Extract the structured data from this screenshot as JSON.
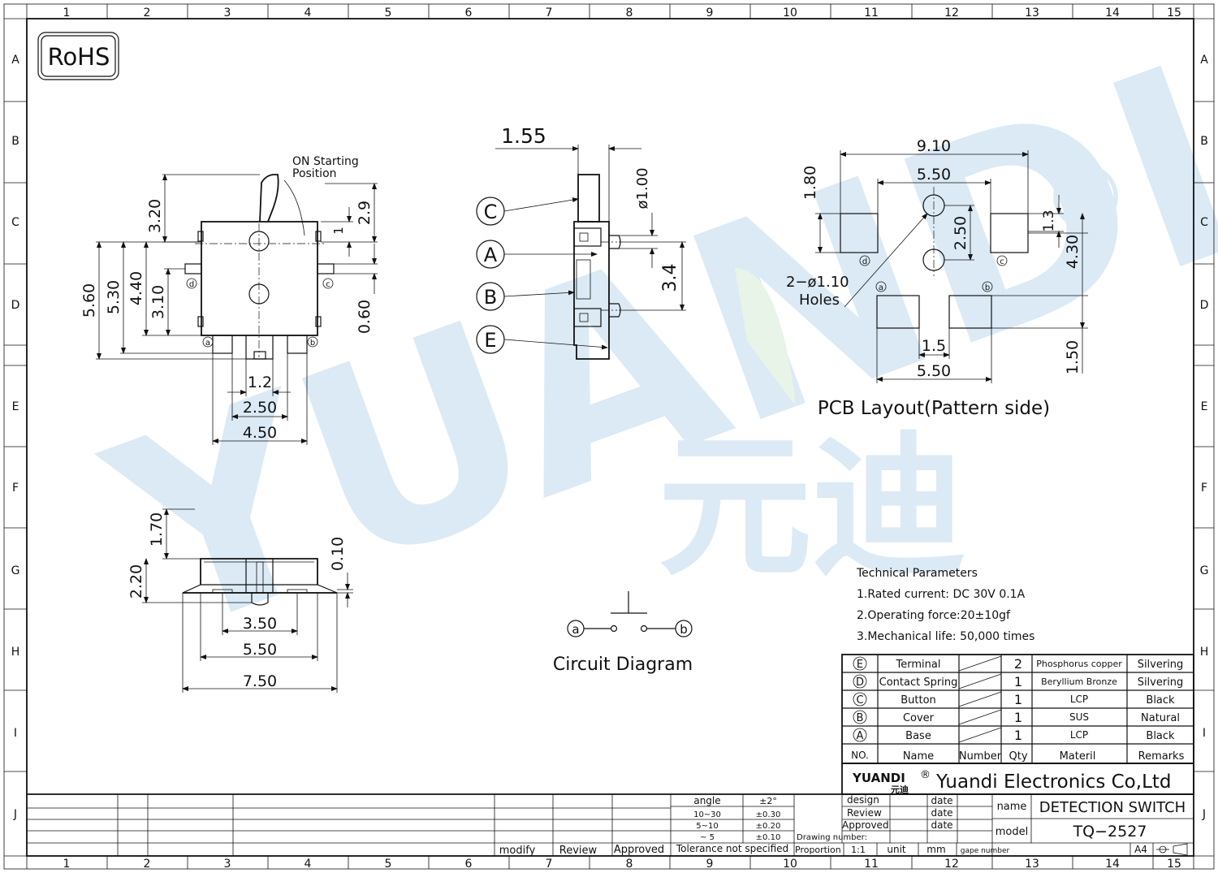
{
  "colors": {
    "watermark_blue": "#2f86c6",
    "watermark_green": "#7cc47a",
    "line": "#111111"
  },
  "rohs": "RoHS",
  "grid": {
    "cols": [
      "1",
      "2",
      "3",
      "4",
      "5",
      "6",
      "7",
      "8",
      "9",
      "10",
      "11",
      "12",
      "13",
      "14",
      "15"
    ],
    "rows": [
      "A",
      "B",
      "C",
      "D",
      "E",
      "F",
      "G",
      "H",
      "I",
      "J"
    ]
  },
  "watermark": {
    "brand": "YUANDI",
    "chinese": "元迪",
    "registered": "®"
  },
  "front_view": {
    "annotation_line1": "ON Starting",
    "annotation_line2": "Position",
    "dims": {
      "d320": "3.20",
      "d29": "2.9",
      "d1": "1",
      "d560": "5.60",
      "d530": "5.30",
      "d440": "4.40",
      "d310": "3.10",
      "d060": "0.60",
      "d12": "1.2",
      "d250": "2.50",
      "d450": "4.50"
    },
    "pins": {
      "a": "a",
      "b": "b",
      "c": "c",
      "d": "d"
    }
  },
  "side_view": {
    "dims": {
      "d155": "1.55",
      "d100": "ø1.00",
      "d34": "3.4"
    },
    "callouts": {
      "c": "C",
      "a": "A",
      "b": "B",
      "e": "E"
    }
  },
  "pcb_layout": {
    "title": "PCB Layout(Pattern side)",
    "holes_line1": "2−ø1.10",
    "holes_line2": "Holes",
    "dims": {
      "d910": "9.10",
      "d550_top": "5.50",
      "d180": "1.80",
      "d250": "2.50",
      "d13": "1.3",
      "d430": "4.30",
      "d15": "1.5",
      "d550_bot": "5.50",
      "d150": "1.50"
    },
    "pins": {
      "a": "a",
      "b": "b",
      "c": "c",
      "d": "d"
    }
  },
  "bottom_view": {
    "dims": {
      "d170": "1.70",
      "d220": "2.20",
      "d010": "0.10",
      "d350": "3.50",
      "d550": "5.50",
      "d750": "7.50"
    }
  },
  "circuit": {
    "title": "Circuit Diagram",
    "pin_a": "a",
    "pin_b": "b"
  },
  "tech_params": {
    "title": "Technical Parameters",
    "items": [
      "1.Rated  current:  DC  30V  0.1A",
      "2.Operating  force:20±10gf",
      "3.Mechanical  life:  50,000  times"
    ]
  },
  "bom": {
    "rows": [
      {
        "no": "E",
        "name": "Terminal",
        "qty": "2",
        "material": "Phosphorus copper",
        "remarks": "Silvering"
      },
      {
        "no": "D",
        "name": "Contact Spring",
        "qty": "1",
        "material": "Beryllium Bronze",
        "remarks": "Silvering"
      },
      {
        "no": "C",
        "name": "Button",
        "qty": "1",
        "material": "LCP",
        "remarks": "Black"
      },
      {
        "no": "B",
        "name": "Cover",
        "qty": "1",
        "material": "SUS",
        "remarks": "Natural"
      },
      {
        "no": "A",
        "name": "Base",
        "qty": "1",
        "material": "LCP",
        "remarks": "Black"
      }
    ],
    "header": {
      "no": "NO.",
      "name": "Name",
      "number": "Number",
      "qty": "Qty",
      "material": "Materil",
      "remarks": "Remarks"
    }
  },
  "title_block": {
    "company_logo": "YUANDI",
    "company_logo_cn": "元迪",
    "company_reg": "®",
    "company": "Yuandi Electronics Co,Ltd",
    "design": "design",
    "review": "Review",
    "approved": "Approved",
    "date": "date",
    "drawing_number": "Drawing number:",
    "proportion": "Proportion",
    "proportion_val": "1:1",
    "unit": "unit",
    "unit_val": "mm",
    "gape_number": "gape number",
    "name_label": "name",
    "name_val": "DETECTION  SWITCH",
    "model_label": "model",
    "model_val": "TQ−2527",
    "paper": "A4"
  },
  "tolerance": {
    "angle": "angle",
    "angle_val": "±2°",
    "r1": "10~30",
    "r1_val": "±0.30",
    "r2": "5~10",
    "r2_val": "±0.20",
    "r3": "~ 5",
    "r3_val": "±0.10",
    "label": "Tolerance  not  specified"
  },
  "revision": {
    "modify": "modify",
    "review": "Review",
    "approved": "Approved"
  }
}
